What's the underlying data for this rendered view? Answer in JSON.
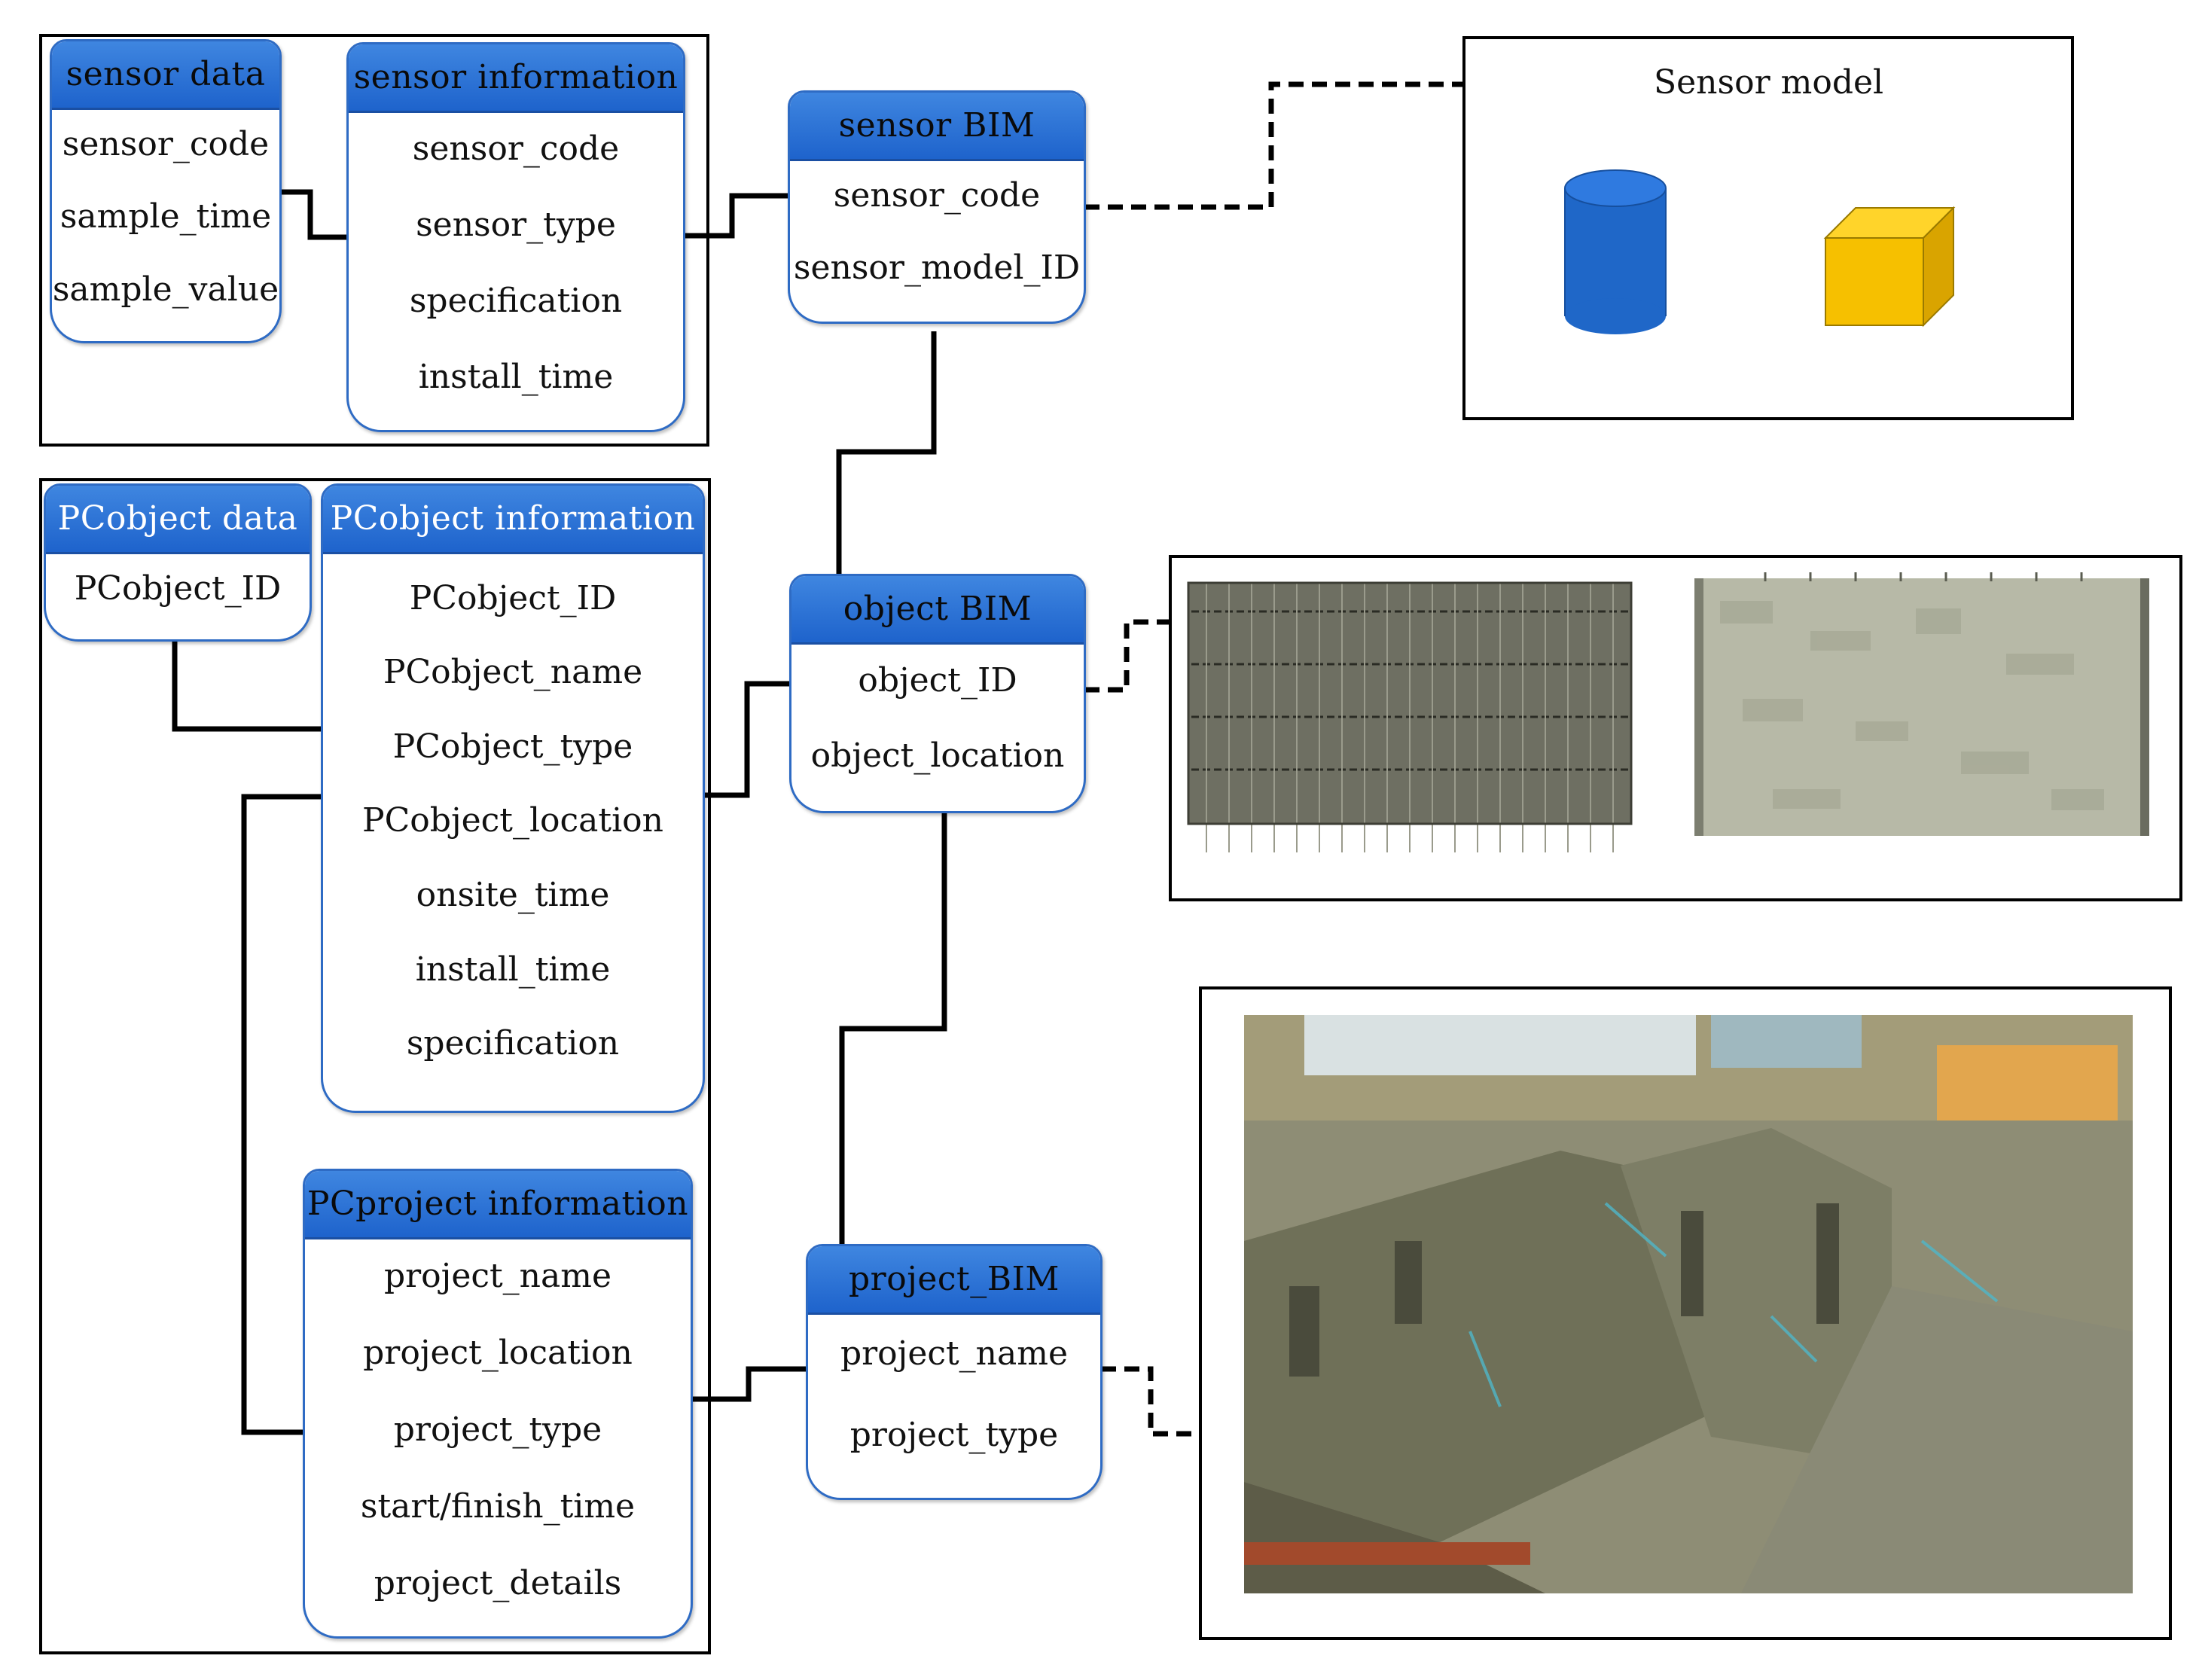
{
  "entities": {
    "sensor_data": {
      "title": "sensor data",
      "fields": [
        "sensor_code",
        "sample_time",
        "sample_value"
      ]
    },
    "sensor_information": {
      "title": "sensor information",
      "fields": [
        "sensor_code",
        "sensor_type",
        "specification",
        "install_time"
      ]
    },
    "sensor_bim": {
      "title": "sensor BIM",
      "fields": [
        "sensor_code",
        "sensor_model_ID"
      ]
    },
    "pcobject_data": {
      "title": "PCobject data",
      "fields": [
        "PCobject_ID"
      ]
    },
    "pcobject_information": {
      "title": "PCobject information",
      "fields": [
        "PCobject_ID",
        "PCobject_name",
        "PCobject_type",
        "PCobject_location",
        "onsite_time",
        "install_time",
        "specification"
      ]
    },
    "object_bim": {
      "title": "object BIM",
      "fields": [
        "object_ID",
        "object_location"
      ]
    },
    "pcproject_information": {
      "title": "PCproject information",
      "fields": [
        "project_name",
        "project_location",
        "project_type",
        "start/finish_time",
        "project_details"
      ]
    },
    "project_bim": {
      "title": "project_BIM",
      "fields": [
        "project_name",
        "project_type"
      ]
    }
  },
  "sensor_model": {
    "caption": "Sensor model"
  },
  "colors": {
    "header_blue": "#2a73d8",
    "entity_border": "#2e6bc4",
    "cylinder": "#1f67c8",
    "cube": "#f6c000",
    "panel_dark": "#6e6f62",
    "panel_light": "#b7b9a7"
  },
  "icons": [
    "cylinder-sensor-icon",
    "cube-sensor-icon",
    "precast-panel-rebar-image",
    "precast-panel-finished-image",
    "construction-site-3d-image"
  ]
}
